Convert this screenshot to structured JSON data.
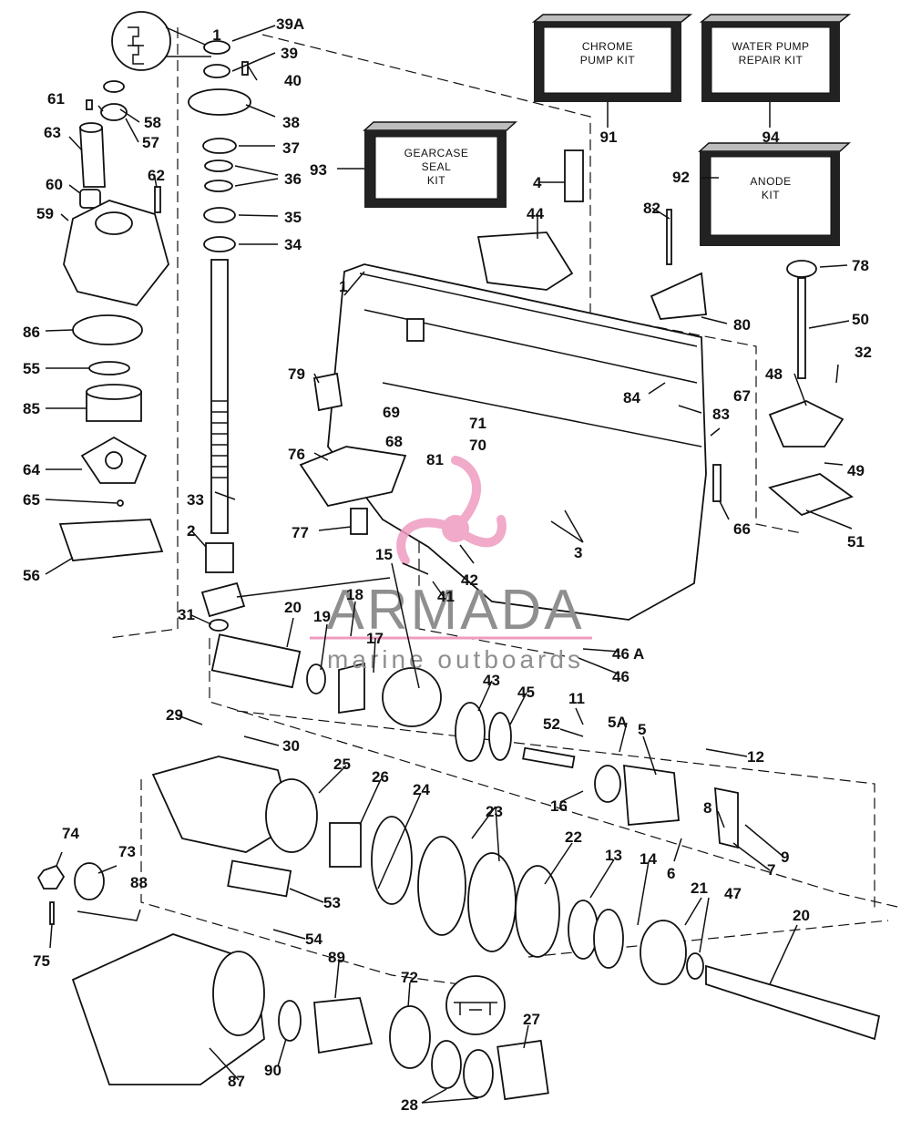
{
  "kits": {
    "chrome": "CHROME PUMP KIT",
    "water": "WATER PUMP REPAIR KIT",
    "gearcase": "GEARCASE SEAL KIT",
    "anode": "ANODE KIT"
  },
  "watermark": {
    "brand": "ARMADA",
    "tagline": "marine outboards",
    "brand_color": "#ef9cc0",
    "text_color": "#8f8f8f"
  },
  "labels": {
    "l1": "1",
    "l1b": "1",
    "l2": "2",
    "l3": "3",
    "l4": "4",
    "l5": "5",
    "l5a": "5A",
    "l6": "6",
    "l7": "7",
    "l8": "8",
    "l9": "9",
    "l11": "11",
    "l12": "12",
    "l13": "13",
    "l14": "14",
    "l15": "15",
    "l16": "16",
    "l17": "17",
    "l18": "18",
    "l19": "19",
    "l20": "20",
    "l20b": "20",
    "l21": "21",
    "l22": "22",
    "l23": "23",
    "l24": "24",
    "l25": "25",
    "l26": "26",
    "l27": "27",
    "l28": "28",
    "l29": "29",
    "l30": "30",
    "l31": "31",
    "l32": "32",
    "l33": "33",
    "l34": "34",
    "l35": "35",
    "l36": "36",
    "l37": "37",
    "l38": "38",
    "l39": "39",
    "l39a": "39A",
    "l40": "40",
    "l41": "41",
    "l42": "42",
    "l43": "43",
    "l44": "44",
    "l45": "45",
    "l46": "46",
    "l46a": "46 A",
    "l47": "47",
    "l48": "48",
    "l49": "49",
    "l50": "50",
    "l51": "51",
    "l52": "52",
    "l53": "53",
    "l54": "54",
    "l55": "55",
    "l56": "56",
    "l57": "57",
    "l58": "58",
    "l59": "59",
    "l60": "60",
    "l61": "61",
    "l62": "62",
    "l63": "63",
    "l64": "64",
    "l65": "65",
    "l66": "66",
    "l67": "67",
    "l68": "68",
    "l69": "69",
    "l70": "70",
    "l71": "71",
    "l72": "72",
    "l73": "73",
    "l74": "74",
    "l75": "75",
    "l76": "76",
    "l77": "77",
    "l78": "78",
    "l79": "79",
    "l80": "80",
    "l81": "81",
    "l82": "82",
    "l83": "83",
    "l84": "84",
    "l85": "85",
    "l86": "86",
    "l87": "87",
    "l88": "88",
    "l89": "89",
    "l90": "90",
    "l91": "91",
    "l92": "92",
    "l93": "93",
    "l94": "94"
  }
}
